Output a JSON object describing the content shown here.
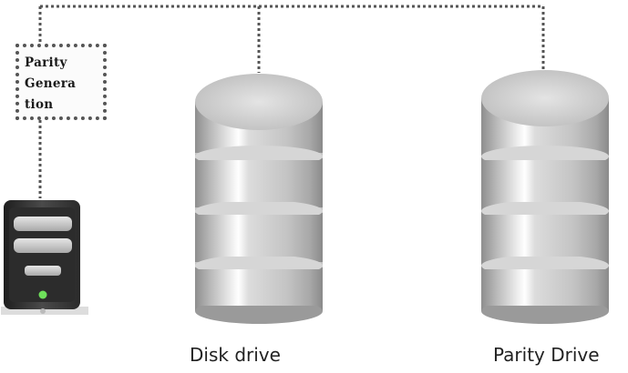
{
  "parity_box": {
    "lines": [
      "Parity",
      "Genera",
      "tion"
    ]
  },
  "disk_drive": {
    "label": "Disk drive",
    "icon": "database-cylinder-icon"
  },
  "parity_drive": {
    "label": "Parity Drive",
    "icon": "database-cylinder-icon"
  },
  "server": {
    "icon": "server-tower-icon",
    "led_color": "#6ee05a"
  },
  "colors": {
    "connector": "#555555",
    "drive_body": "#c8c8c8",
    "server_body": "#3a3a3a"
  }
}
